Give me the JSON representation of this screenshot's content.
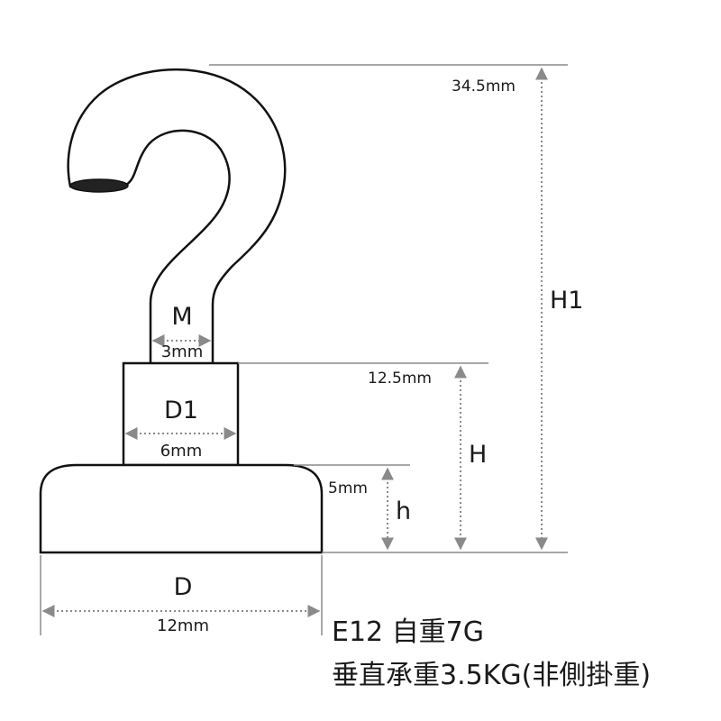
{
  "labels": {
    "h1_value": "34.5mm",
    "h1_symbol": "H1",
    "m_symbol": "M",
    "m_value": "3mm",
    "h_value": "12.5mm",
    "h_symbol": "H",
    "d1_symbol": "D1",
    "d1_value": "6mm",
    "hh_value": "5mm",
    "hh_symbol": "h",
    "d_symbol": "D",
    "d_value": "12mm"
  },
  "spec": {
    "line1": "E12 自重7G",
    "line2": "垂直承重3.5KG(非側掛重)"
  },
  "colors": {
    "outline": "#111111",
    "dimension": "#8a8a8a",
    "text": "#1a1a1a"
  }
}
